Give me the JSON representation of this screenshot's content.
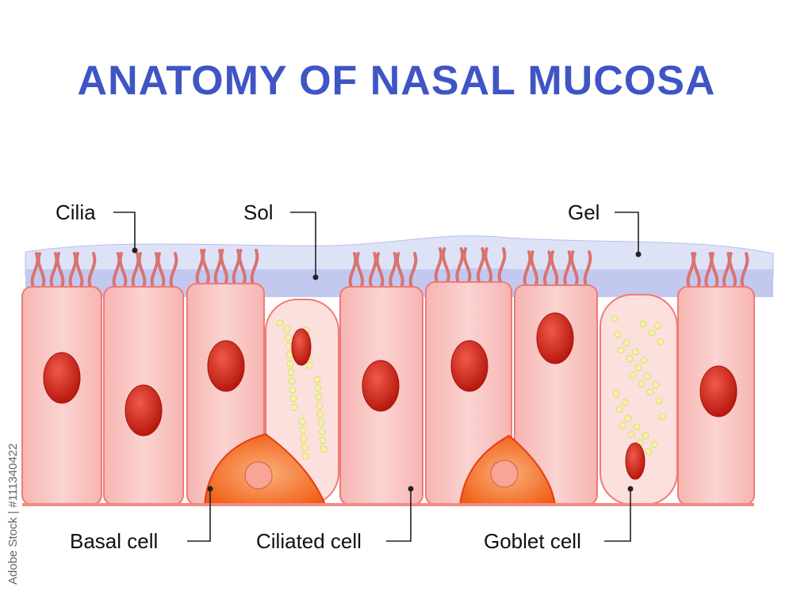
{
  "title": "ANATOMY OF NASAL MUCOSA",
  "labels": {
    "cilia": "Cilia",
    "sol": "Sol",
    "gel": "Gel",
    "basal_cell": "Basal cell",
    "ciliated_cell": "Ciliated cell",
    "goblet_cell": "Goblet cell"
  },
  "watermark": "Adobe Stock | #111340422",
  "colors": {
    "title": "#3f55c4",
    "cell_fill": "#f9c8c6",
    "cell_outline": "#ef7a76",
    "nucleus": "#c51d12",
    "basal_cell": "#f36a1e",
    "mucus_sol": "#c3c8ef",
    "mucus_gel": "#dde2f7",
    "goblet_granule": "#f3f2a6",
    "cilia": "#d9736f"
  }
}
